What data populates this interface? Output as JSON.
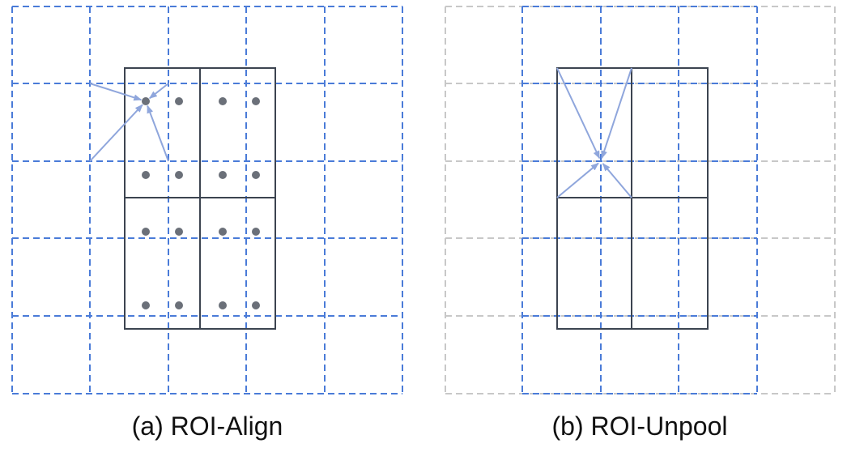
{
  "panels": [
    {
      "id": "a",
      "caption": "(a) ROI-Align"
    },
    {
      "id": "b",
      "caption": "(b) ROI-Unpool"
    }
  ],
  "colors": {
    "grid_line": "#4a7bd8",
    "grid_inactive": "#c8c8c8",
    "roi_box": "#3c4450",
    "arrow": "#8fa6dc",
    "sample_point": "#6b7079"
  }
}
